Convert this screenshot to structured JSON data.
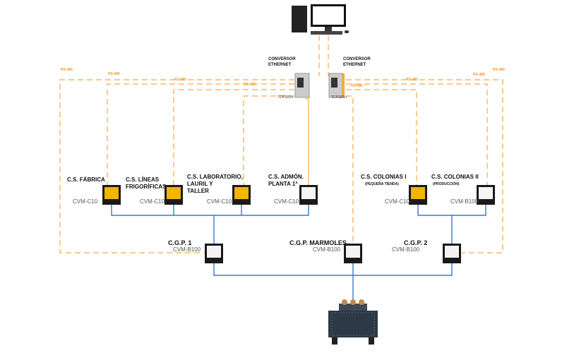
{
  "converters": {
    "label": "CONVERSOR\nETHERNET",
    "model": "TCP1RS+"
  },
  "bus_label": "RS-485",
  "colors": {
    "rs485": "#f5a94a",
    "bus": "#3a78d0",
    "lcd": "#f5b400"
  },
  "stations": [
    {
      "name": "C.S. FÁBRICA",
      "model": "CVM-C10",
      "screen": "yellow"
    },
    {
      "name": "C.S. LÍNEAS\nFRIGORÍFICAS",
      "model": "CVM-C10",
      "screen": "yellow"
    },
    {
      "name": "C.S. LABORATORIO,\nLAURIL Y\nTALLER",
      "model": "CVM-C10",
      "screen": "yellow"
    },
    {
      "name": "C.S. ADMÓN.\nPLANTA 1ª",
      "model": "CVM-C10",
      "screen": "white"
    },
    {
      "name": "C.S. COLONIAS I",
      "sub": "(PEQUEÑA TIENDA)",
      "model": "CVM-C10",
      "screen": "yellow"
    },
    {
      "name": "C.S. COLONIAS II",
      "sub": "(PRODUCCIÓN)",
      "model": "CVM-B100",
      "screen": "white"
    }
  ],
  "cgp": [
    {
      "name": "C.G.P. 1",
      "model": "CVM-B100"
    },
    {
      "name": "C.G.P. MARMOLES",
      "model": "CVM-B100"
    },
    {
      "name": "C.G.P. 2",
      "model": "CVM-B100"
    }
  ]
}
